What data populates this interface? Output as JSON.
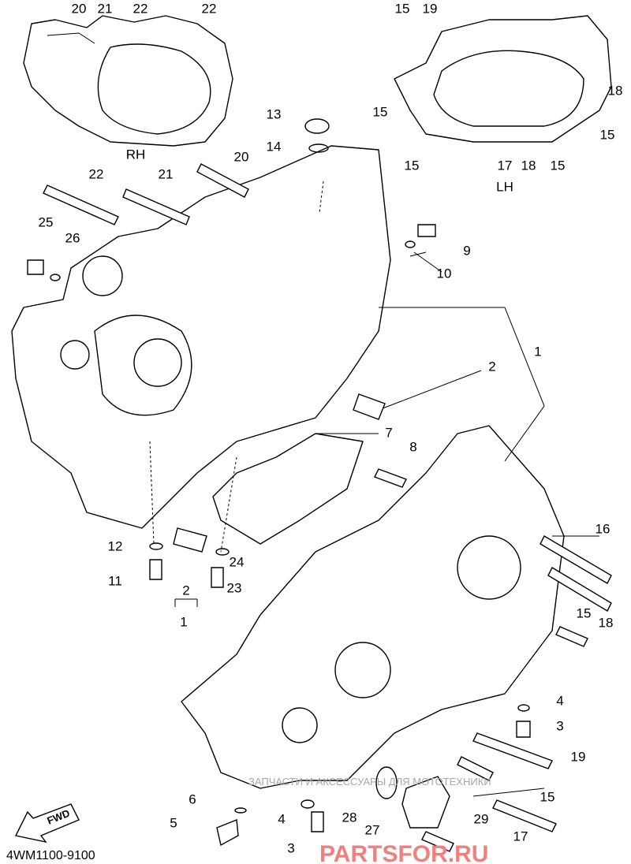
{
  "diagram": {
    "code": "4WM1100-9100",
    "fwd_label": "FWD",
    "rh_inset": {
      "title": "RH",
      "callouts": [
        "20",
        "21",
        "22",
        "22"
      ]
    },
    "lh_inset": {
      "title": "LH",
      "callouts": [
        "15",
        "19",
        "18",
        "15",
        "15",
        "15",
        "17",
        "18",
        "15"
      ]
    },
    "callouts": [
      "13",
      "14",
      "20",
      "22",
      "21",
      "25",
      "26",
      "9",
      "10",
      "2",
      "1",
      "7",
      "8",
      "16",
      "12",
      "24",
      "11",
      "23",
      "2",
      "1",
      "15",
      "18",
      "4",
      "3",
      "19",
      "15",
      "6",
      "28",
      "29",
      "4",
      "5",
      "27",
      "17",
      "3"
    ]
  },
  "watermark": {
    "line1": "ЗАПЧАСТИ И АКСЕССУАРЫ ДЛЯ МОТОТЕХНИКИ",
    "line2": "PARTSFOR.RU"
  }
}
